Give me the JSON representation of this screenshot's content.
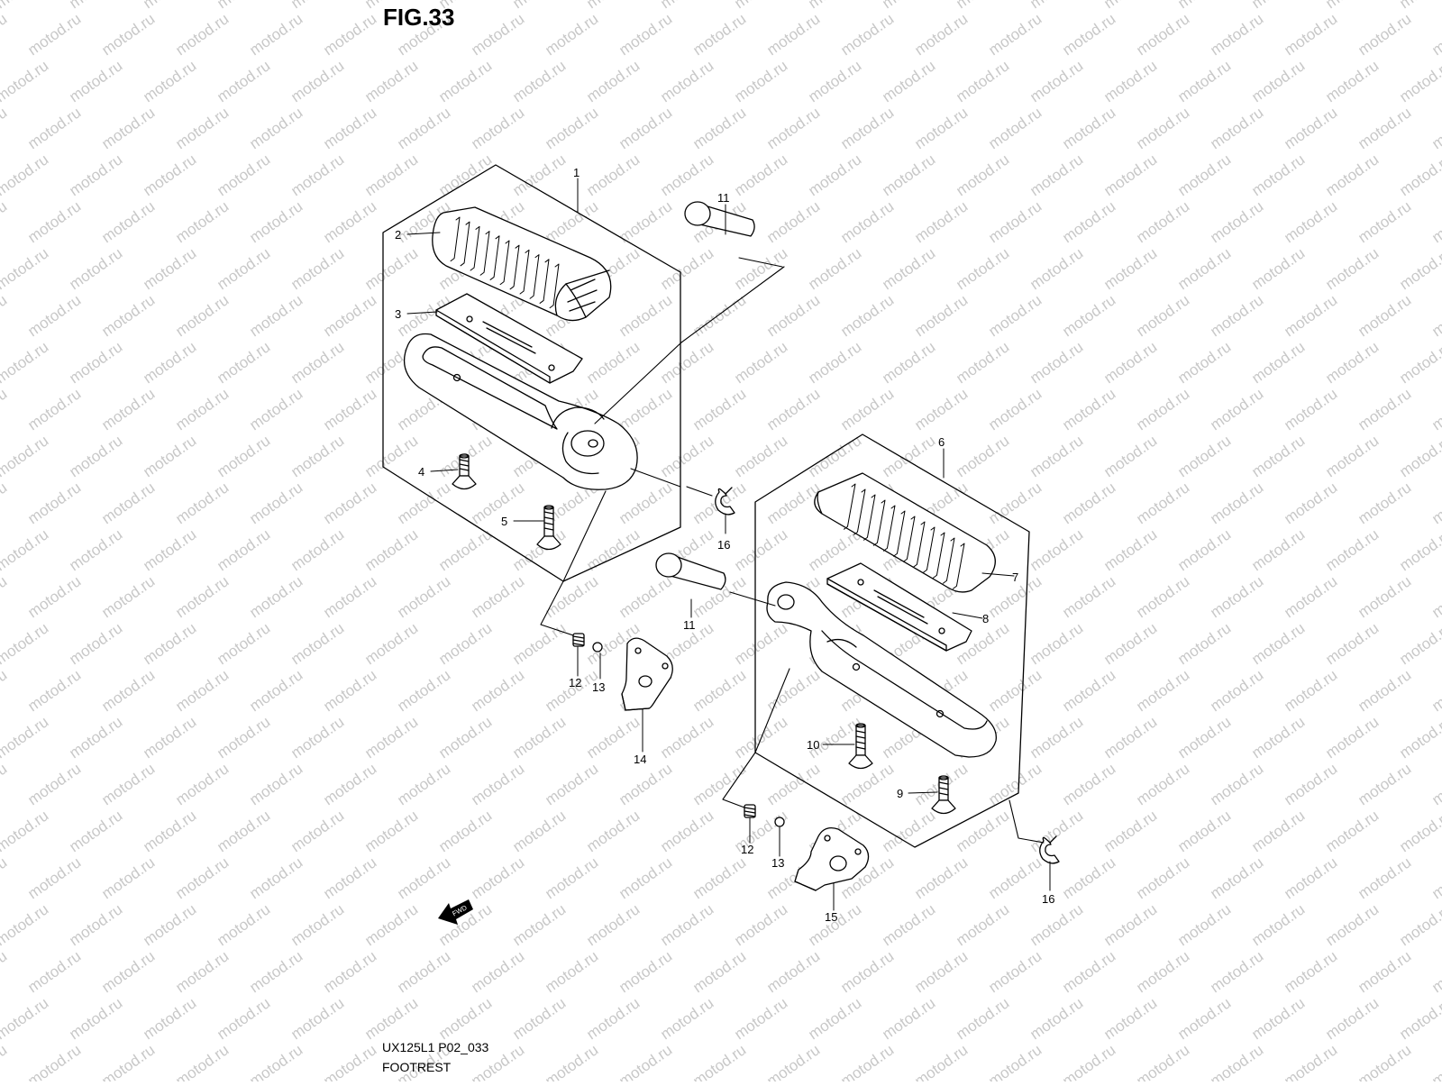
{
  "figure": {
    "title": "FIG.33",
    "code": "UX125L1 P02_033",
    "name": "FOOTREST"
  },
  "watermark": "motod.ru",
  "fwd_label": "FWD",
  "colors": {
    "line": "#000000",
    "watermark": "#c8c8c8",
    "background": "#ffffff"
  },
  "callouts": [
    "1",
    "2",
    "3",
    "4",
    "5",
    "6",
    "7",
    "8",
    "9",
    "10",
    "11",
    "11",
    "12",
    "12",
    "13",
    "13",
    "14",
    "15",
    "16",
    "16"
  ]
}
